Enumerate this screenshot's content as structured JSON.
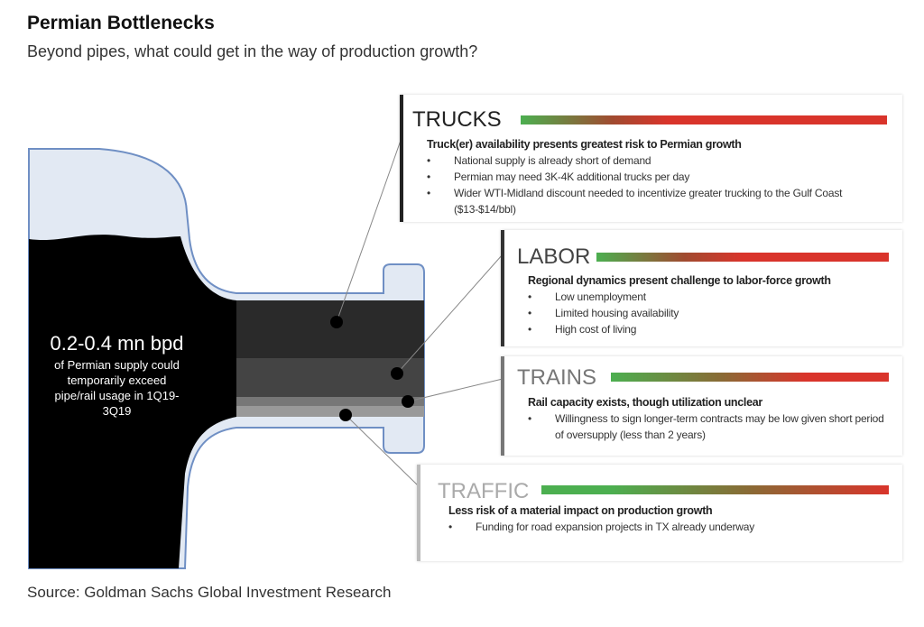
{
  "header": {
    "title": "Permian Bottlenecks",
    "subtitle": "Beyond pipes, what could get in the way of production growth?"
  },
  "pipe": {
    "headline": "0.2-0.4 mn bpd",
    "caption": "of Permian supply could temporarily exceed pipe/rail usage in 1Q19-3Q19"
  },
  "bottlenecks": [
    {
      "name": "TRUCKS",
      "summary": "Truck(er) availability  presents greatest risk to Permian growth",
      "bullets": [
        "National supply is already short of demand",
        "Permian may need 3K-4K additional trucks per day",
        "Wider WTI-Midland discount needed to incentivize greater trucking to the Gulf Coast ($13-$14/bbl)"
      ]
    },
    {
      "name": "LABOR",
      "summary": "Regional dynamics present challenge to labor-force growth",
      "bullets": [
        "Low unemployment",
        "Limited housing availability",
        "High cost of living"
      ]
    },
    {
      "name": "TRAINS",
      "summary": "Rail capacity exists, though utilization unclear",
      "bullets": [
        "Willingness to sign longer-term contracts may be low given short period of oversupply (less than 2 years)"
      ]
    },
    {
      "name": "TRAFFIC",
      "summary": "Less risk of a material impact on production growth",
      "bullets": [
        "Funding for road expansion projects in TX already underway"
      ]
    }
  ],
  "colors": {
    "low_risk": "#4caf50",
    "high_risk": "#d9342b",
    "outline": "#6f8fc4",
    "fill_light": "#e2e9f3"
  },
  "footer": {
    "source": "Source: Goldman Sachs Global Investment Research"
  }
}
